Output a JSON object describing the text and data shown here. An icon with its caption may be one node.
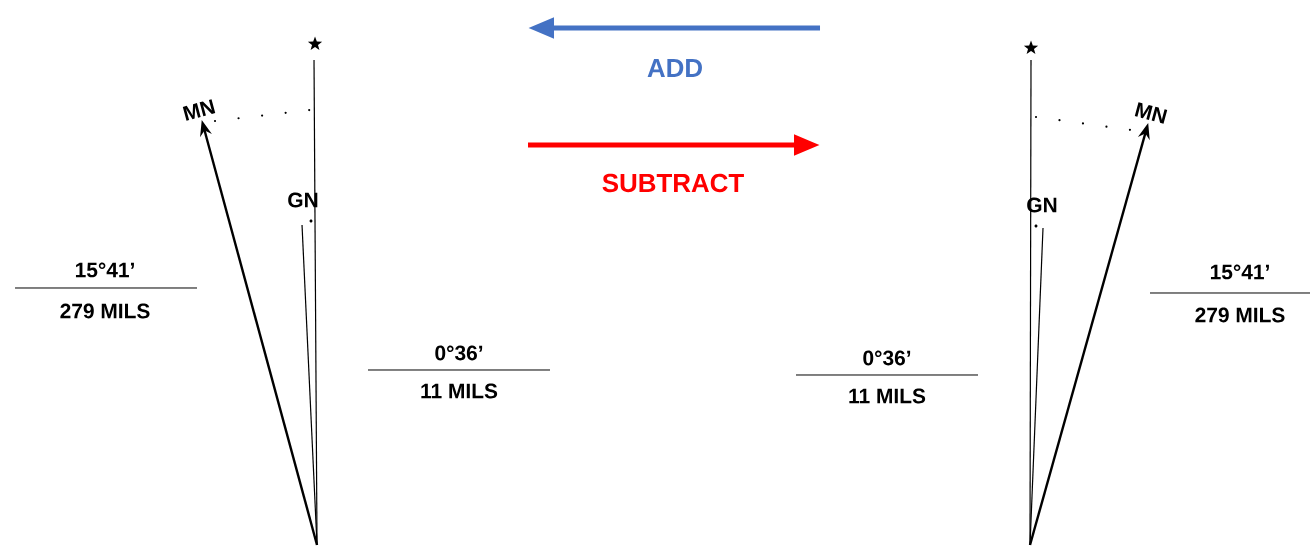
{
  "diagram": {
    "nodes": [
      {
        "text": [
          "MN"
        ]
      },
      {
        "text": [
          "MN"
        ]
      }
    ],
    "edges": [
      {
        "from": null,
        "to": 0,
        "arrow": "to"
      },
      {
        "from": null,
        "to": 1,
        "arrow": "to"
      }
    ],
    "labels": [
      "ADD",
      "SUBTRACT",
      "GN",
      "GN",
      "15°41’",
      "279 MILS",
      "15°41’",
      "279 MILS",
      "0°36’",
      "11 MILS",
      "0°36’",
      "11 MILS"
    ]
  }
}
